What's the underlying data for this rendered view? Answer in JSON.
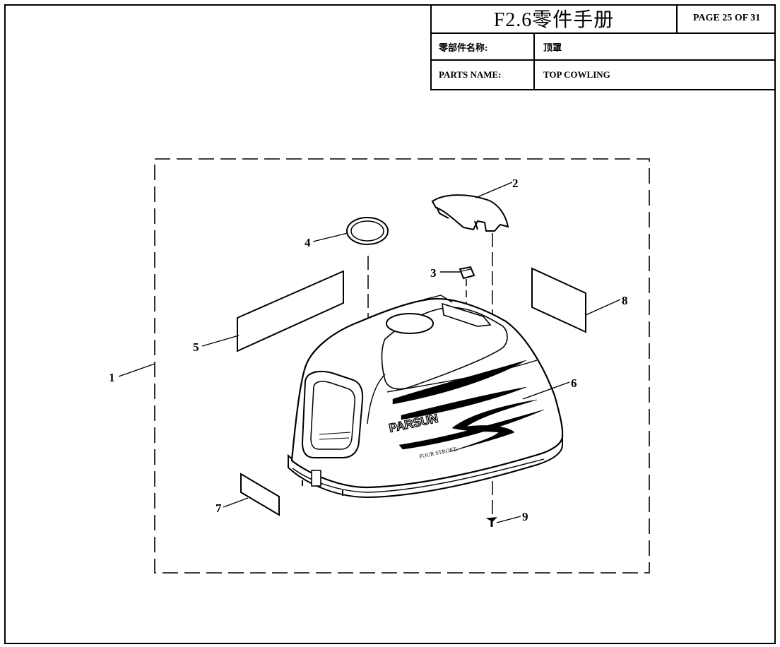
{
  "title_block": {
    "manual_title": "F2.6零件手册",
    "page": "PAGE 25 OF 31",
    "cn_label": "零部件名称:",
    "cn_value": "顶罩",
    "en_label": "PARTS NAME:",
    "en_value": "TOP COWLING"
  },
  "callouts": [
    "1",
    "2",
    "3",
    "4",
    "5",
    "6",
    "7",
    "8",
    "9"
  ],
  "decal": {
    "brand": "PARSUN",
    "model": "FOUR STROKE"
  }
}
